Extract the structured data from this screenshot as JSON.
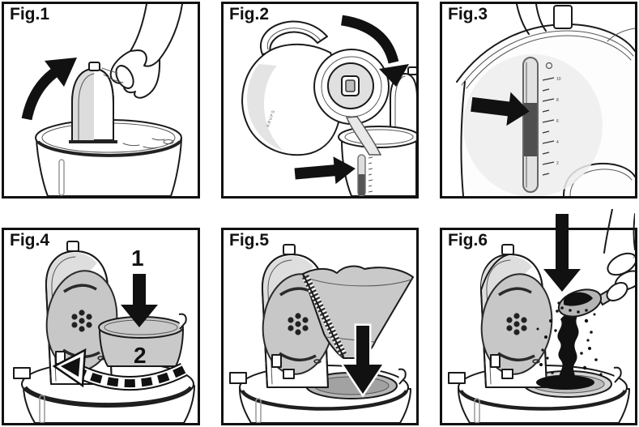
{
  "document": {
    "type": "appliance-instruction-sheet",
    "subject": "coffee maker setup steps, 6-step illustrated guide",
    "background": "#ffffff",
    "border_color": "#111111"
  },
  "colors": {
    "line": "#1a1a1a",
    "arrow": "#111111",
    "gray_light": "#ececec",
    "gray_mid": "#c9c9c9",
    "gray_dark": "#9e9e9e",
    "gauge_dark": "#4f4f4f"
  },
  "panels": [
    {
      "label": "Fig.1",
      "illustration": "hand-lifting-reservoir-lid",
      "icons": [
        "curved-arrow-up"
      ]
    },
    {
      "label": "Fig.2",
      "illustration": "kettle-pouring-water-into-reservoir",
      "kettle_text": "KRUPS",
      "icons": [
        "curved-arrow-down",
        "arrow-right"
      ]
    },
    {
      "label": "Fig.3",
      "illustration": "water-level-gauge-closeup",
      "gauge_ticks": [
        "10",
        "8",
        "6",
        "4",
        "2"
      ],
      "icons": [
        "arrow-right",
        "cup-mark"
      ]
    },
    {
      "label": "Fig.4",
      "illustration": "insert-and-rotate-filter-basket",
      "step_numbers": [
        "1",
        "2"
      ],
      "icons": [
        "arrow-down",
        "dashed-rotate-arrow-left"
      ]
    },
    {
      "label": "Fig.5",
      "illustration": "insert-paper-filter",
      "icons": [
        "arrow-down-outlined"
      ]
    },
    {
      "label": "Fig.6",
      "illustration": "spoon-adding-ground-coffee",
      "icons": [
        "arrow-down"
      ]
    }
  ]
}
